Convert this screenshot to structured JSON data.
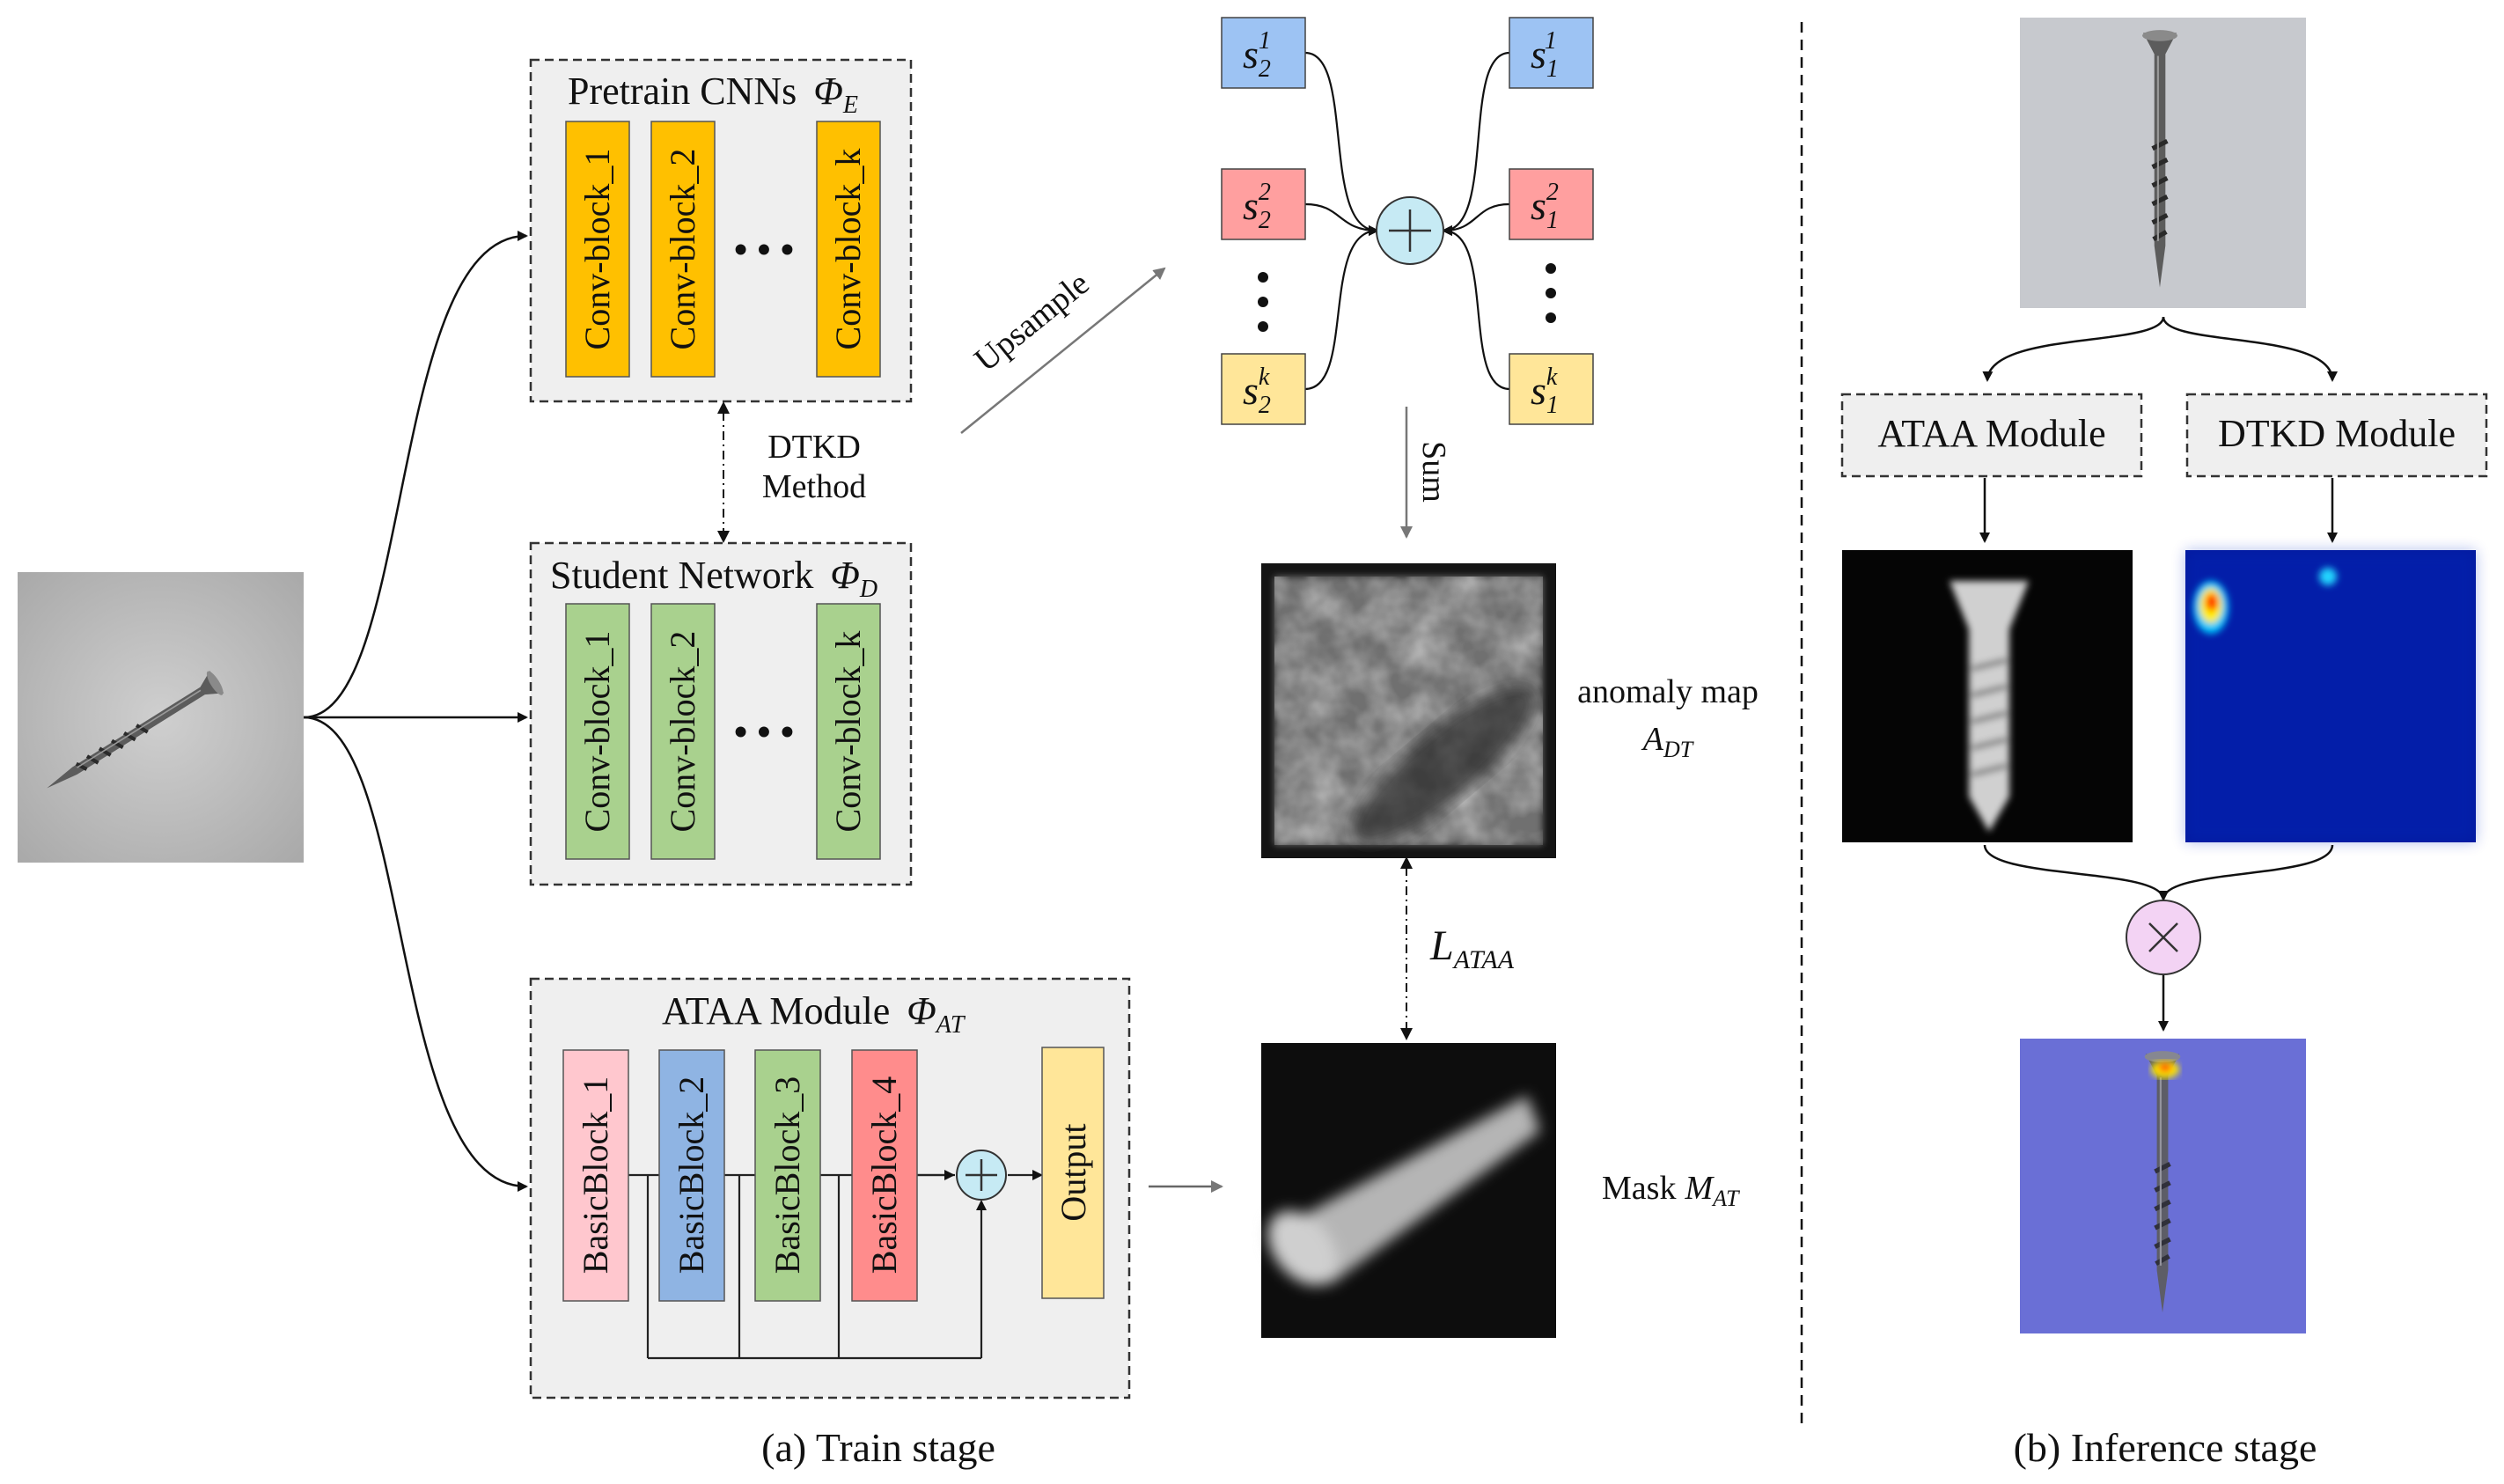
{
  "train": {
    "pretrain": {
      "title": "Pretrain CNNs",
      "symbol": "Φ",
      "sub": "E",
      "blocks": [
        "Conv-block_1",
        "Conv-block_2",
        "Conv-block_k"
      ],
      "ellipsis": "• • •"
    },
    "student": {
      "title": "Student Network",
      "symbol": "Φ",
      "sub": "D",
      "blocks": [
        "Conv-block_1",
        "Conv-block_2",
        "Conv-block_k"
      ],
      "ellipsis": "• • •"
    },
    "dtkd": {
      "line1": "DTKD",
      "line2": "Method"
    },
    "ataa": {
      "title": "ATAA Module",
      "symbol": "Φ",
      "sub": "AT",
      "blocks": [
        "BasicBlock_1",
        "BasicBlock_2",
        "BasicBlock_3",
        "BasicBlock_4"
      ],
      "output": "Output"
    },
    "upsample": "Upsample",
    "scores": {
      "left": [
        {
          "base": "s",
          "sub": "2",
          "sup": "1"
        },
        {
          "base": "s",
          "sub": "2",
          "sup": "2"
        },
        {
          "base": "s",
          "sub": "2",
          "sup": "k"
        }
      ],
      "right": [
        {
          "base": "s",
          "sub": "1",
          "sup": "1"
        },
        {
          "base": "s",
          "sub": "1",
          "sup": "2"
        },
        {
          "base": "s",
          "sub": "1",
          "sup": "k"
        }
      ]
    },
    "sum": "Sum",
    "anomaly": {
      "line1": "anomaly map",
      "symbol": "A",
      "sub": "DT"
    },
    "loss": {
      "symbol": "L",
      "sub": "ATAA"
    },
    "mask": {
      "label": "Mask",
      "symbol": "M",
      "sub": "AT"
    },
    "caption": "(a) Train stage"
  },
  "inference": {
    "ataa_label": "ATAA Module",
    "dtkd_label": "DTKD Module",
    "caption": "(b) Inference stage"
  },
  "colors": {
    "conv_yellow": "#ffc000",
    "conv_green": "#a9d18e",
    "bb_pink": "#ffc7ce",
    "bb_blue": "#8fb4e3",
    "bb_green": "#a9d18e",
    "bb_red": "#ff8c8c",
    "output_yellow": "#ffe699",
    "score_blue": "#9dc3f3",
    "score_red": "#ff9f9f",
    "score_yellow": "#ffe699",
    "plus_circle": "#c6eaf4",
    "times_circle": "#f3d3f4",
    "panel": "#efefef"
  },
  "icons": [
    "plus-icon",
    "times-icon",
    "screw-image"
  ]
}
